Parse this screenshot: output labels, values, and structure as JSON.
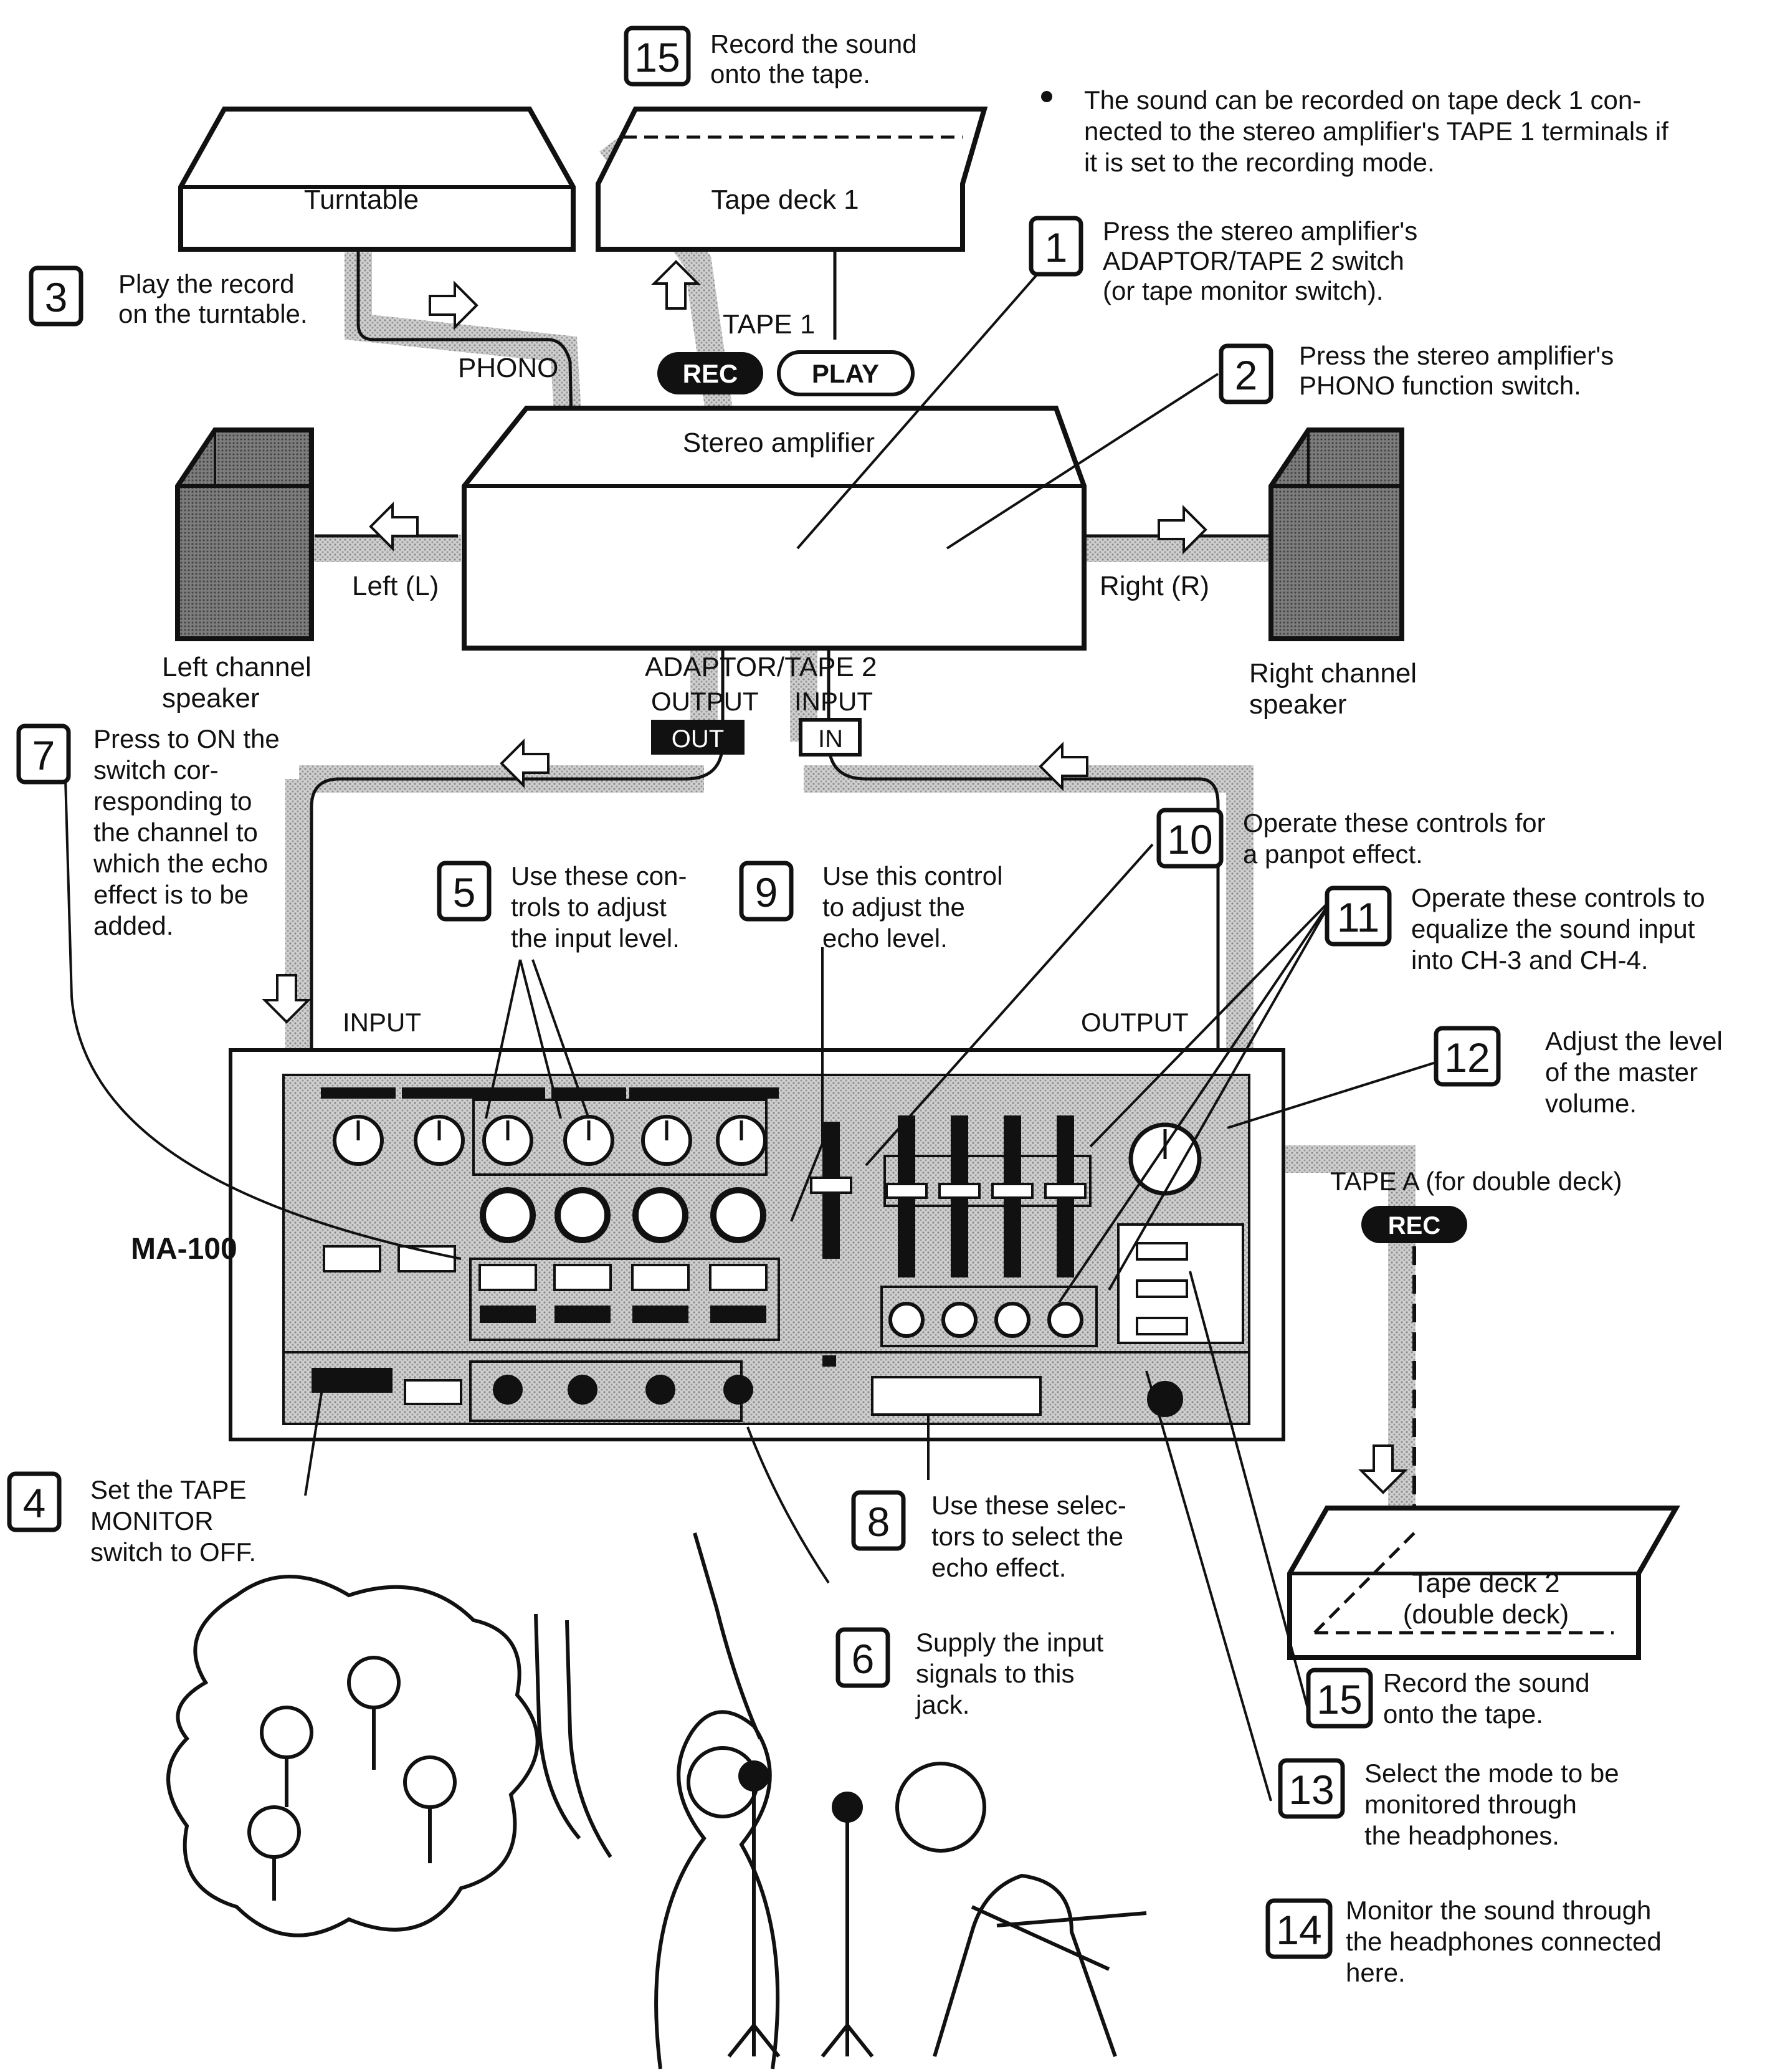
{
  "devices": {
    "turntable": "Turntable",
    "tape_deck_1": "Tape deck 1",
    "stereo_amp": "Stereo amplifier",
    "left_speaker": [
      "Left channel",
      "speaker"
    ],
    "right_speaker": [
      "Right channel",
      "speaker"
    ],
    "tape_deck_2": [
      "Tape deck 2",
      "(double deck)"
    ],
    "model": "MA-100"
  },
  "connections": {
    "phono": "PHONO",
    "tape1": "TAPE 1",
    "rec": "REC",
    "play": "PLAY",
    "left": "Left (L)",
    "right": "Right (R)",
    "adaptor": "ADAPTOR/TAPE 2",
    "output": "OUTPUT",
    "input": "INPUT",
    "out_tag": "OUT",
    "in_tag": "IN",
    "mixer_input": "INPUT",
    "mixer_output": "OUTPUT",
    "tape_a": "TAPE A (for double deck)",
    "rec2": "REC"
  },
  "note": [
    "The sound can be recorded on tape deck 1 con-",
    "nected to the stereo amplifier's TAPE 1 terminals if",
    "it is set to the recording mode."
  ],
  "steps": [
    {
      "num": "1",
      "lines": [
        "Press the stereo amplifier's",
        "ADAPTOR/TAPE 2 switch",
        "(or tape monitor switch)."
      ]
    },
    {
      "num": "2",
      "lines": [
        "Press the stereo amplifier's",
        "PHONO function switch."
      ]
    },
    {
      "num": "3",
      "lines": [
        "Play the record",
        "on the turntable."
      ]
    },
    {
      "num": "4",
      "lines": [
        "Set the TAPE",
        "MONITOR",
        "switch to OFF."
      ]
    },
    {
      "num": "5",
      "lines": [
        "Use these con-",
        "trols to adjust",
        "the input level."
      ]
    },
    {
      "num": "6",
      "lines": [
        "Supply the input",
        "signals to this",
        "jack."
      ]
    },
    {
      "num": "7",
      "lines": [
        "Press to ON the",
        "switch cor-",
        "responding to",
        "the channel to",
        "which the echo",
        "effect is to be",
        "added."
      ]
    },
    {
      "num": "8",
      "lines": [
        "Use these selec-",
        "tors to select the",
        "echo effect."
      ]
    },
    {
      "num": "9",
      "lines": [
        "Use this control",
        "to adjust the",
        "echo level."
      ]
    },
    {
      "num": "10",
      "lines": [
        "Operate these controls for",
        "a panpot effect."
      ]
    },
    {
      "num": "11",
      "lines": [
        "Operate these controls to",
        "equalize the sound input",
        "into CH-3 and CH-4."
      ]
    },
    {
      "num": "12",
      "lines": [
        "Adjust the level",
        "of the master",
        "volume."
      ]
    },
    {
      "num": "13",
      "lines": [
        "Select the mode to be",
        "monitored through",
        "the headphones."
      ]
    },
    {
      "num": "14",
      "lines": [
        "Monitor the sound through",
        "the headphones connected",
        "here."
      ]
    },
    {
      "num": "15",
      "lines": [
        "Record the sound",
        "onto the tape."
      ]
    },
    {
      "num": "15",
      "lines": [
        "Record the sound",
        "onto the tape."
      ]
    }
  ]
}
